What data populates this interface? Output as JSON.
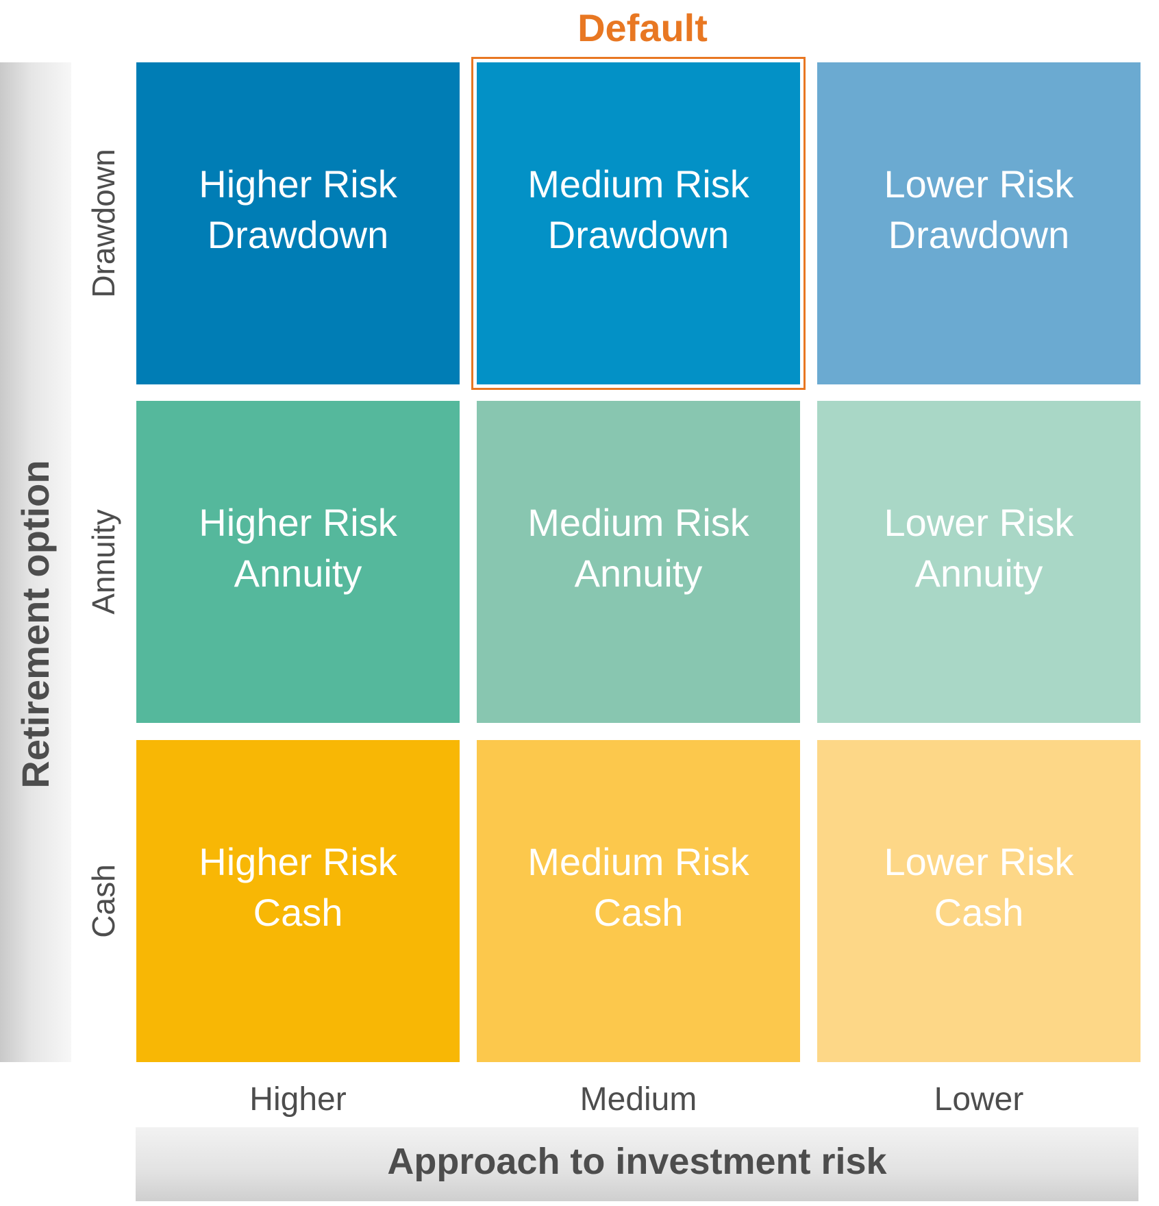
{
  "default_label": "Default",
  "axes": {
    "y_title": "Retirement option",
    "x_title": "Approach to investment risk"
  },
  "rows": [
    {
      "label": "Drawdown"
    },
    {
      "label": "Annuity"
    },
    {
      "label": "Cash"
    }
  ],
  "columns": [
    {
      "label": "Higher"
    },
    {
      "label": "Medium"
    },
    {
      "label": "Lower"
    }
  ],
  "cells": [
    [
      {
        "line1": "Higher Risk",
        "line2": "Drawdown",
        "color": "#007DB5"
      },
      {
        "line1": "Medium Risk",
        "line2": "Drawdown",
        "color": "#0391C6"
      },
      {
        "line1": "Lower Risk",
        "line2": "Drawdown",
        "color": "#6BAAD1"
      }
    ],
    [
      {
        "line1": "Higher Risk",
        "line2": "Annuity",
        "color": "#55B89C"
      },
      {
        "line1": "Medium Risk",
        "line2": "Annuity",
        "color": "#88C6B0"
      },
      {
        "line1": "Lower Risk",
        "line2": "Annuity",
        "color": "#A9D7C6"
      }
    ],
    [
      {
        "line1": "Higher Risk",
        "line2": "Cash",
        "color": "#F8B705"
      },
      {
        "line1": "Medium Risk",
        "line2": "Cash",
        "color": "#FCC84C"
      },
      {
        "line1": "Lower Risk",
        "line2": "Cash",
        "color": "#FDD787"
      }
    ]
  ],
  "default_cell": {
    "row": 0,
    "column": 1
  },
  "highlight_color": "#E87722"
}
